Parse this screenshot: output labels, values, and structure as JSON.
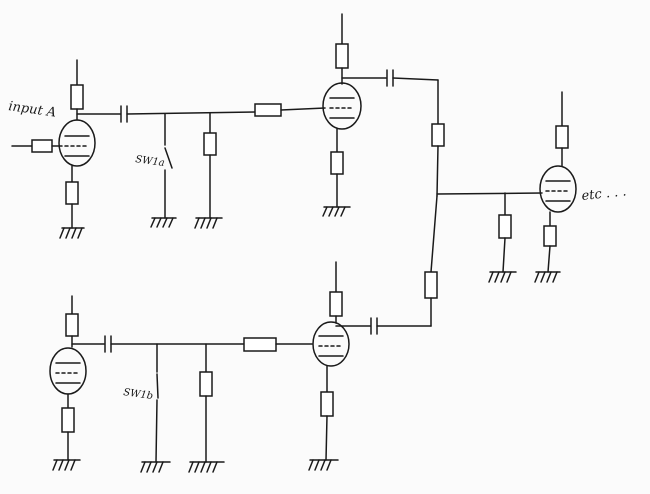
{
  "labels": {
    "input": "input A",
    "switch_a": "SW1a",
    "switch_b": "SW1b",
    "etc": "etc . . ."
  },
  "colors": {
    "ink": "#1a1a1a",
    "paper": "#fbfbfb"
  }
}
